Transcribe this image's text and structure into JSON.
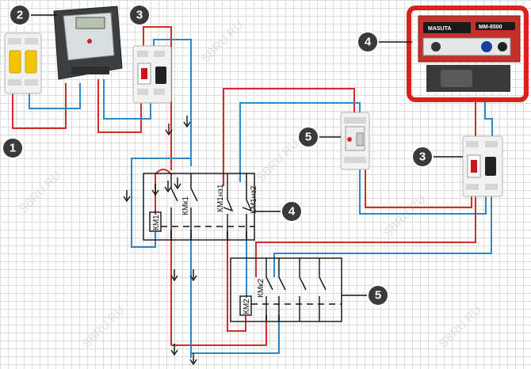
{
  "badges": {
    "b1": "1",
    "b2": "2",
    "b3_left": "3",
    "b3_right": "3",
    "b4_top": "4",
    "b4_mid": "4",
    "b5_top": "5",
    "b5_bottom": "5"
  },
  "contactor1": {
    "coil_label": "КМ1",
    "contact_km_k1": "КМк1",
    "contact_km1_nz1": "КМ1нз1",
    "contact_km1_nz2": "КМ1нз2"
  },
  "contactor2": {
    "coil_label": "КМ2",
    "contact_km_k2": "КМк2"
  },
  "generator": {
    "brand": "MASUTA",
    "model": "MM-6500"
  },
  "watermark": "SBRU.RU",
  "colors": {
    "phase_wire": "#d42a2a",
    "neutral_wire": "#2f86c9",
    "badge": "#3a3a3a",
    "generator_frame": "#d8231b"
  }
}
